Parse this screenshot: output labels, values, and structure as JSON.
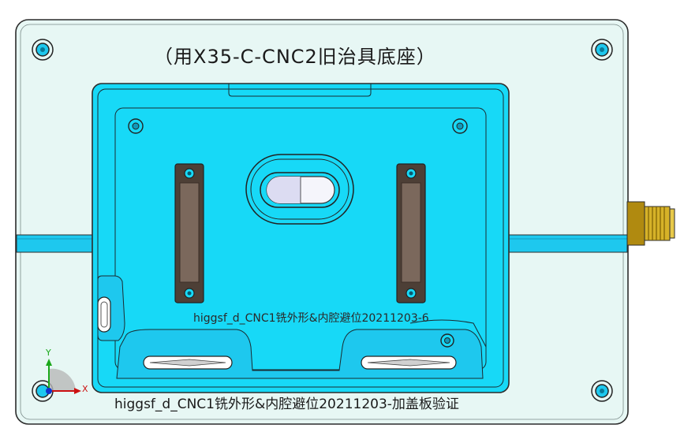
{
  "view": {
    "title_text": "（用X35-C-CNC2旧治具底座）",
    "part_label": "higgsf_d_CNC1铣外形&内腔避位20211203-加盖板验证",
    "inner_label": "higgsf_d_CNC1铣外形&内腔避位20211203-6",
    "axes": {
      "y": "Y",
      "x": "X"
    }
  },
  "colors": {
    "base_plate": "#e7f7f4",
    "cover_plate": "#17d9f7",
    "groove": "#1ec8ee",
    "clamp": "#6b5a50",
    "fitting": "#c8a318",
    "outline": "#2c2c2c"
  }
}
